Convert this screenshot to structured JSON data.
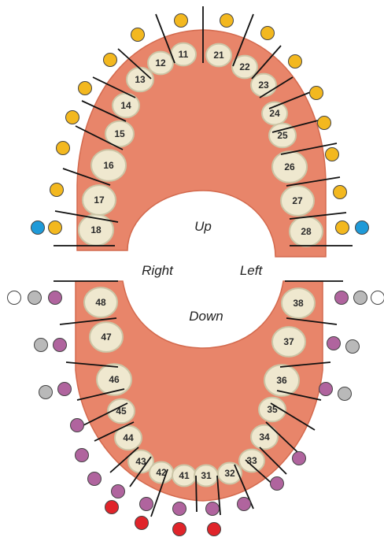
{
  "labels": {
    "up": "Up",
    "down": "Down",
    "right": "Right",
    "left": "Left"
  },
  "colors": {
    "gum": "#e8856a",
    "gum_dark": "#d36a4e",
    "tooth": "#efe8cf",
    "tooth_shade": "#cbc5a6",
    "line": "#111111",
    "yellow": "#f3b81f",
    "blue": "#1f9ad8",
    "purple": "#b0649e",
    "gray": "#b9b9b9",
    "white": "#ffffff",
    "red": "#e0242a"
  },
  "upper_teeth": [
    {
      "number": "18",
      "dots": [
        "yellow",
        "blue"
      ]
    },
    {
      "number": "17",
      "dots": [
        "yellow"
      ]
    },
    {
      "number": "16",
      "dots": [
        "yellow"
      ]
    },
    {
      "number": "15",
      "dots": [
        "yellow"
      ]
    },
    {
      "number": "14",
      "dots": [
        "yellow"
      ]
    },
    {
      "number": "13",
      "dots": [
        "yellow"
      ]
    },
    {
      "number": "12",
      "dots": [
        "yellow"
      ]
    },
    {
      "number": "11",
      "dots": [
        "yellow"
      ]
    },
    {
      "number": "21",
      "dots": [
        "yellow"
      ]
    },
    {
      "number": "22",
      "dots": [
        "yellow"
      ]
    },
    {
      "number": "23",
      "dots": [
        "yellow"
      ]
    },
    {
      "number": "24",
      "dots": [
        "yellow"
      ]
    },
    {
      "number": "25",
      "dots": [
        "yellow"
      ]
    },
    {
      "number": "26",
      "dots": [
        "yellow"
      ]
    },
    {
      "number": "27",
      "dots": [
        "yellow"
      ]
    },
    {
      "number": "28",
      "dots": [
        "yellow",
        "blue"
      ]
    }
  ],
  "lower_teeth": [
    {
      "number": "48",
      "dots": [
        "purple",
        "gray",
        "white"
      ]
    },
    {
      "number": "47",
      "dots": [
        "purple",
        "gray"
      ]
    },
    {
      "number": "46",
      "dots": [
        "purple",
        "gray"
      ]
    },
    {
      "number": "45",
      "dots": [
        "purple"
      ]
    },
    {
      "number": "44",
      "dots": [
        "purple"
      ]
    },
    {
      "number": "43",
      "dots": [
        "purple"
      ]
    },
    {
      "number": "42",
      "dots": [
        "purple",
        "red"
      ]
    },
    {
      "number": "41",
      "dots": [
        "purple",
        "red"
      ]
    },
    {
      "number": "31",
      "dots": [
        "purple",
        "red"
      ]
    },
    {
      "number": "32",
      "dots": [
        "purple",
        "red"
      ]
    },
    {
      "number": "33",
      "dots": [
        "purple"
      ]
    },
    {
      "number": "34",
      "dots": [
        "purple"
      ]
    },
    {
      "number": "35",
      "dots": [
        "purple"
      ]
    },
    {
      "number": "36",
      "dots": [
        "purple",
        "gray"
      ]
    },
    {
      "number": "37",
      "dots": [
        "purple",
        "gray"
      ]
    },
    {
      "number": "38",
      "dots": [
        "purple",
        "gray",
        "white"
      ]
    }
  ]
}
